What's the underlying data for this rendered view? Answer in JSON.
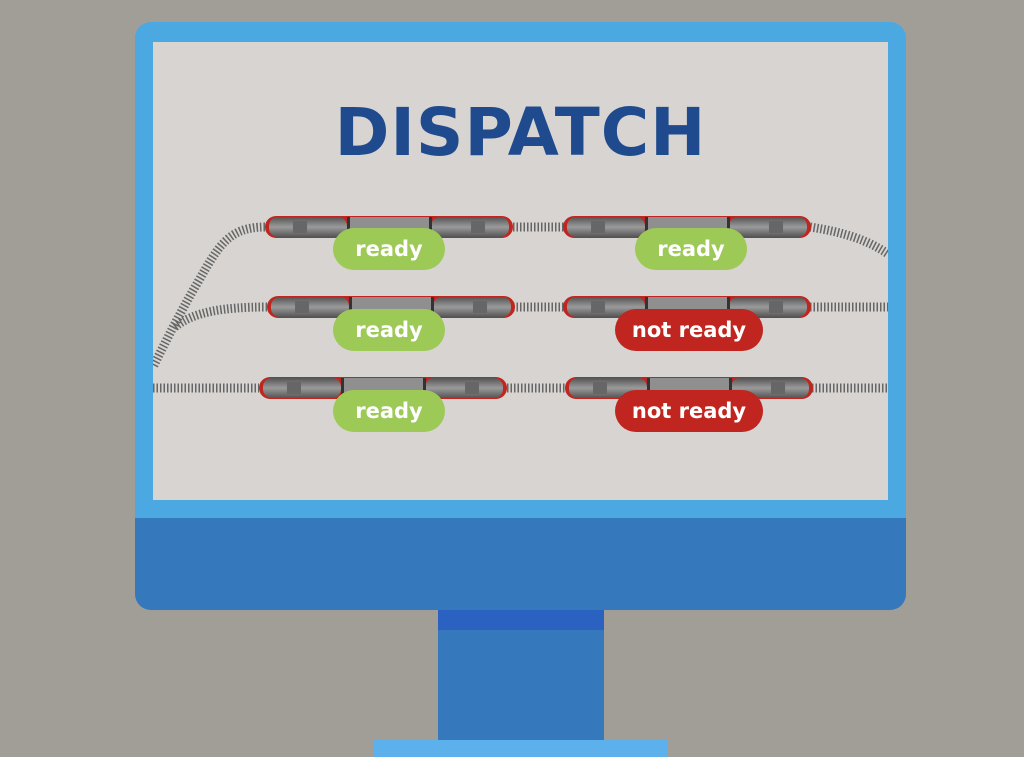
{
  "title": "DISPATCH",
  "colors": {
    "ready": "#9dc957",
    "not_ready": "#c0261f",
    "title": "#1f4b8e",
    "frame": "#4ba8e0"
  },
  "tracks": [
    {
      "trains": [
        {
          "status": "ready"
        },
        {
          "status": "ready"
        }
      ]
    },
    {
      "trains": [
        {
          "status": "ready"
        },
        {
          "status": "not ready"
        }
      ]
    },
    {
      "trains": [
        {
          "status": "ready"
        },
        {
          "status": "not ready"
        }
      ]
    }
  ]
}
